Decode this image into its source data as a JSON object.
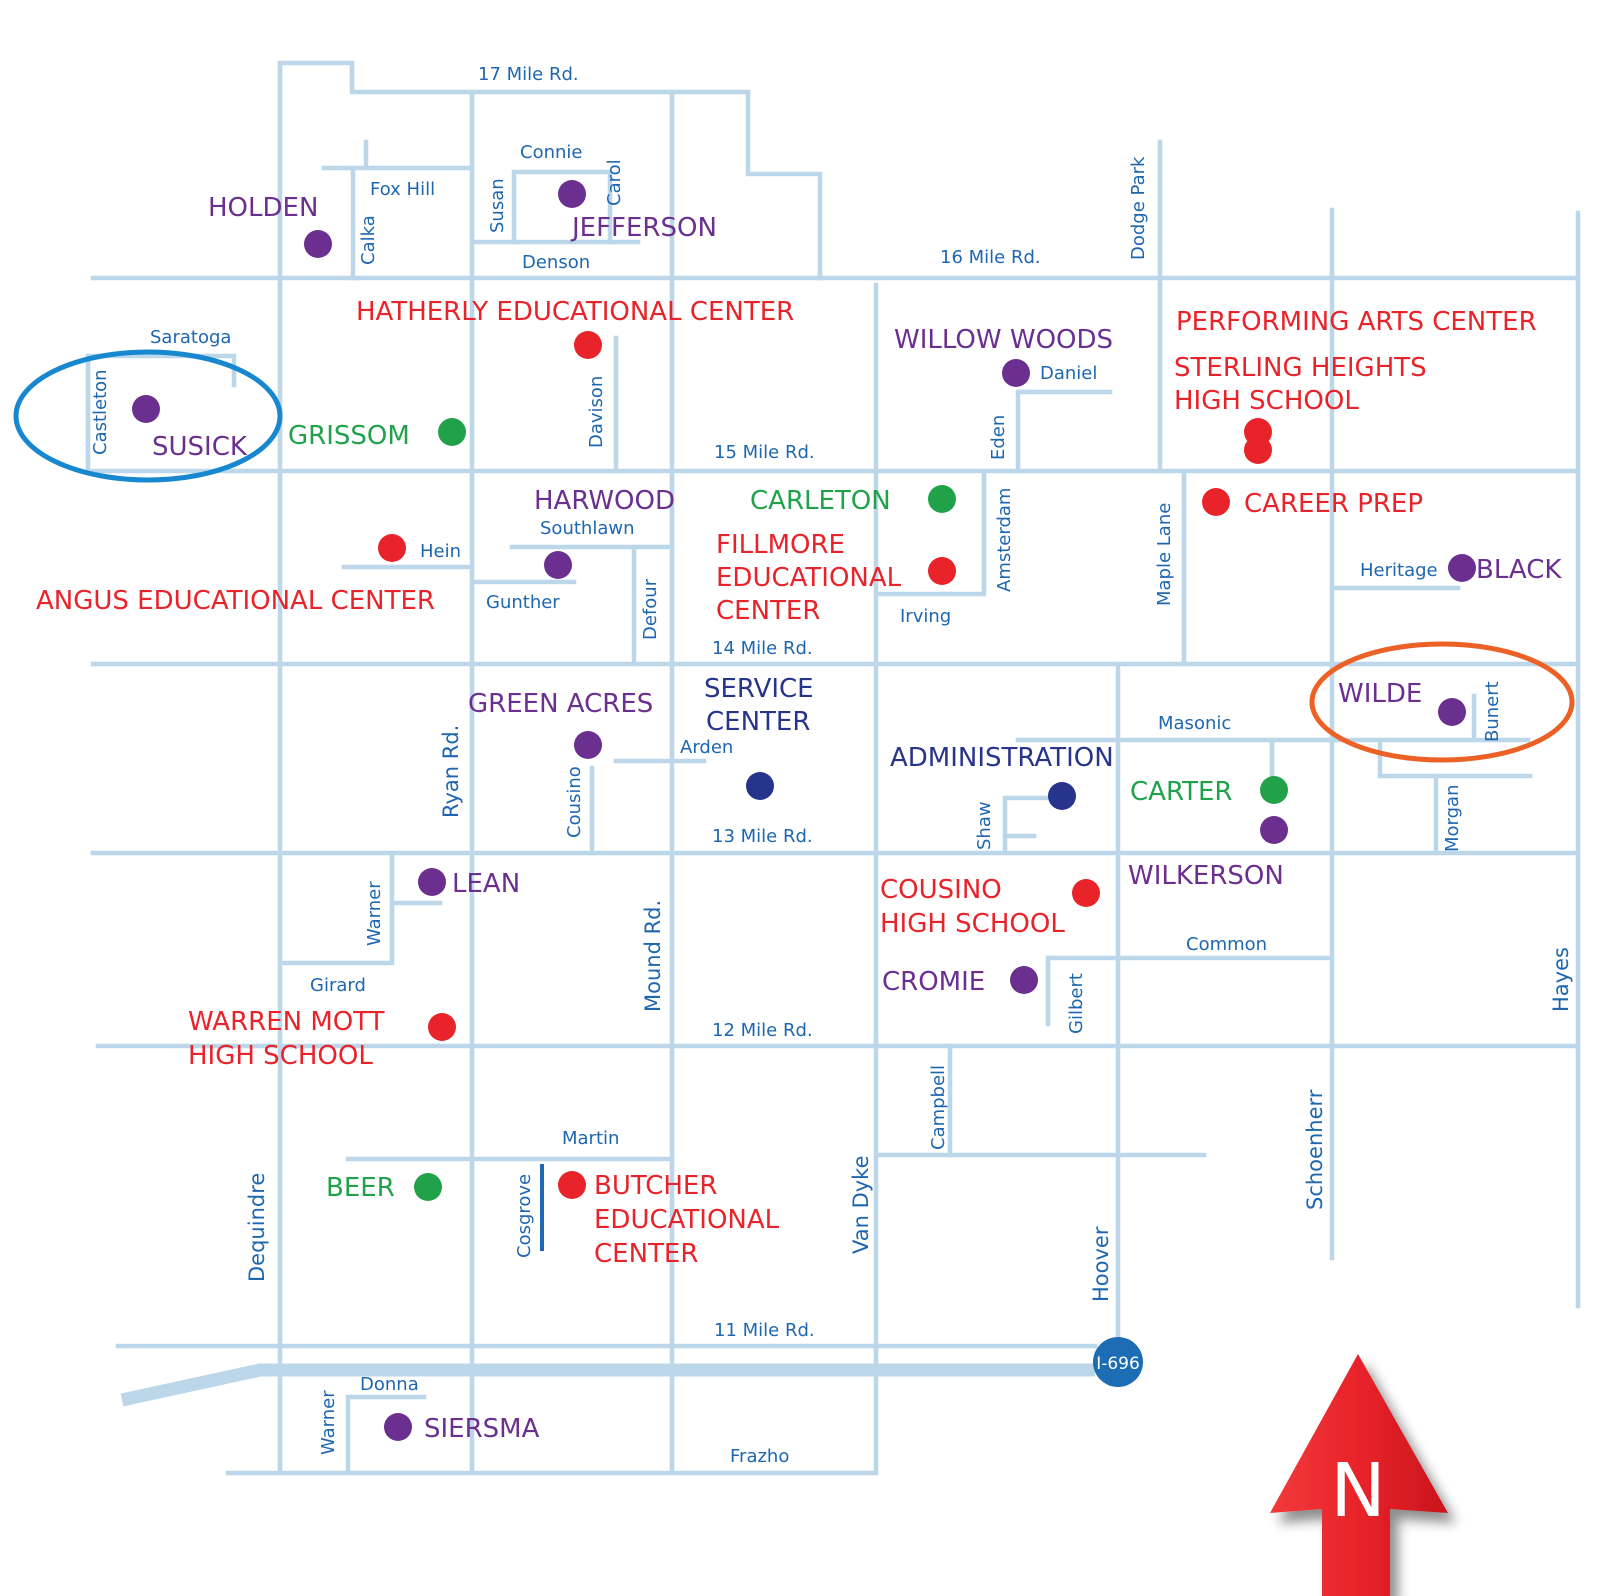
{
  "colors": {
    "road": "#bcd7ea",
    "road_label": "#1e67b0",
    "red": "#e8232a",
    "purple": "#6a2f8f",
    "green": "#21a24a",
    "navy": "#27348b",
    "highlight_blue": "#1787cf",
    "highlight_orange": "#ec6125",
    "shield": "#1d6db5",
    "arrow": "#e8232a"
  },
  "roads": {
    "mile17": "17 Mile Rd.",
    "mile16": "16 Mile Rd.",
    "mile15": "15 Mile Rd.",
    "mile14": "14 Mile Rd.",
    "mile13": "13 Mile Rd.",
    "mile12": "12 Mile Rd.",
    "mile11": "11 Mile Rd.",
    "fox_hill": "Fox Hill",
    "connie": "Connie",
    "carol": "Carol",
    "susan": "Susan",
    "denson": "Denson",
    "calka": "Calka",
    "dodge_park": "Dodge Park",
    "saratoga": "Saratoga",
    "castleton": "Castleton",
    "davison": "Davison",
    "daniel": "Daniel",
    "eden": "Eden",
    "southlawn": "Southlawn",
    "hein": "Hein",
    "gunther": "Gunther",
    "defour": "Defour",
    "amsterdam": "Amsterdam",
    "irving": "Irving",
    "maple_lane": "Maple Lane",
    "heritage": "Heritage",
    "ryan": "Ryan Rd.",
    "cousino": "Cousino",
    "arden": "Arden",
    "masonic": "Masonic",
    "bunert": "Bunert",
    "shaw": "Shaw",
    "morgan": "Morgan",
    "warner": "Warner",
    "girard": "Girard",
    "mound": "Mound Rd.",
    "common": "Common",
    "gilbert": "Gilbert",
    "hayes": "Hayes",
    "campbell": "Campbell",
    "martin": "Martin",
    "cosgrove": "Cosgrove",
    "van_dyke": "Van Dyke",
    "schoenherr": "Schoenherr",
    "dequindre": "Dequindre",
    "hoover": "Hoover",
    "donna": "Donna",
    "warner_south": "Warner",
    "frazho": "Frazho"
  },
  "schools": {
    "holden": "HOLDEN",
    "jefferson": "JEFFERSON",
    "hatherly": "HATHERLY EDUCATIONAL CENTER",
    "willow_woods": "WILLOW WOODS",
    "performing_arts": "PERFORMING ARTS CENTER",
    "shhs_line1": "STERLING HEIGHTS",
    "shhs_line2": "HIGH SCHOOL",
    "susick": "SUSICK",
    "grissom": "GRISSOM",
    "harwood": "HARWOOD",
    "carleton": "CARLETON",
    "career_prep": "CAREER PREP",
    "fillmore_line1": "FILLMORE",
    "fillmore_line2": "EDUCATIONAL",
    "fillmore_line3": "CENTER",
    "black": "BLACK",
    "angus": "ANGUS EDUCATIONAL CENTER",
    "green_acres": "GREEN ACRES",
    "service_line1": "SERVICE",
    "service_line2": "CENTER",
    "wilde": "WILDE",
    "administration": "ADMINISTRATION",
    "carter": "CARTER",
    "lean": "LEAN",
    "wilkerson": "WILKERSON",
    "cousino_line1": "COUSINO",
    "cousino_line2": "HIGH SCHOOL",
    "cromie": "CROMIE",
    "warren_mott_line1": "WARREN MOTT",
    "warren_mott_line2": "HIGH SCHOOL",
    "beer": "BEER",
    "butcher_line1": "BUTCHER",
    "butcher_line2": "EDUCATIONAL",
    "butcher_line3": "CENTER",
    "siersma": "SIERSMA"
  },
  "highway_shield": "I-696",
  "north_label": "N"
}
